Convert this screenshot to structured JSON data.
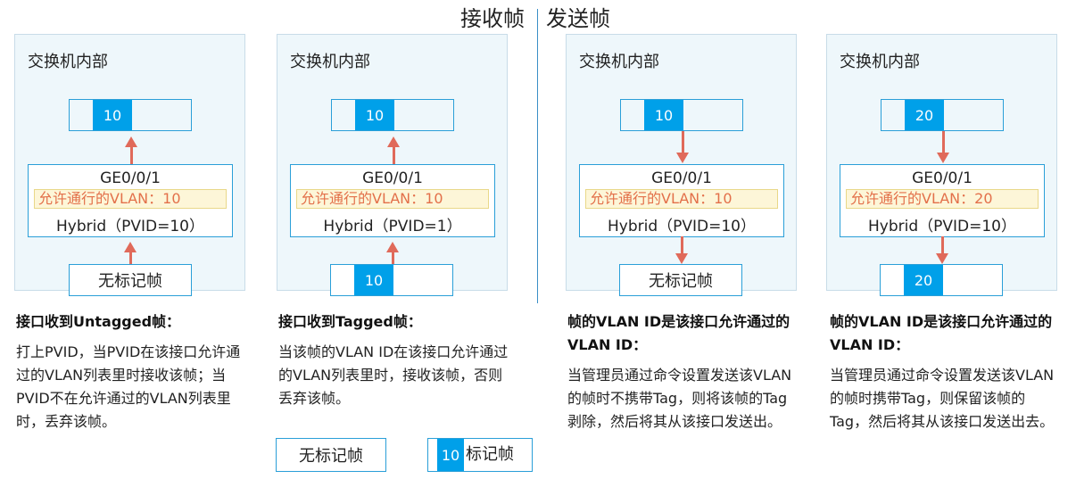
{
  "header": {
    "receive": "接收帧",
    "send": "发送帧"
  },
  "panels": [
    {
      "title": "交换机内部",
      "inner_frame_tag": "10",
      "port_name": "GE0/0/1",
      "allowed_vlan": "允许通行的VLAN：10",
      "mode": "Hybrid（PVID=10）",
      "outer_frame_label": "无标记帧",
      "direction": "up"
    },
    {
      "title": "交换机内部",
      "inner_frame_tag": "10",
      "port_name": "GE0/0/1",
      "allowed_vlan": "允许通行的VLAN：10",
      "mode": "Hybrid（PVID=1）",
      "outer_frame_tag": "10",
      "direction": "up"
    },
    {
      "title": "交换机内部",
      "inner_frame_tag": "10",
      "port_name": "GE0/0/1",
      "allowed_vlan": "允许通行的VLAN：10",
      "mode": "Hybrid（PVID=10）",
      "outer_frame_label": "无标记帧",
      "direction": "down"
    },
    {
      "title": "交换机内部",
      "inner_frame_tag": "20",
      "port_name": "GE0/0/1",
      "allowed_vlan": "允许通行的VLAN：20",
      "mode": "Hybrid（PVID=10）",
      "outer_frame_tag": "20",
      "direction": "down"
    }
  ],
  "cases": [
    {
      "title": "接口收到Untagged帧：",
      "desc": "打上PVID，当PVID在该接口允许通过的VLAN列表里时接收该帧；当PVID不在允许通过的VLAN列表里时，丢弃该帧。"
    },
    {
      "title": "接口收到Tagged帧：",
      "desc": "当该帧的VLAN ID在该接口允许通过的VLAN列表里时，接收该帧，否则丢弃该帧。"
    },
    {
      "title": "帧的VLAN ID是该接口允许通过的VLAN ID：",
      "desc": "当管理员通过命令设置发送该VLAN的帧时不携带Tag，则将该帧的Tag剥除，然后将其从该接口发送出。"
    },
    {
      "title": "帧的VLAN ID是该接口允许通过的VLAN ID：",
      "desc": "当管理员通过命令设置发送该VLAN的帧时携带Tag，则保留该帧的Tag，然后将其从该接口发送出去。"
    }
  ],
  "legend": {
    "untagged_label": "无标记帧",
    "tag_value": "10",
    "tagged_label": "标记帧"
  },
  "colors": {
    "tag_blue": "#00a0e9",
    "border_blue": "#2a9fd8",
    "arrow_red": "#e06a5a",
    "allowed_text": "#e3704a",
    "allowed_bg": "#fdf6d8",
    "panel_bg": "#eef7fb"
  }
}
